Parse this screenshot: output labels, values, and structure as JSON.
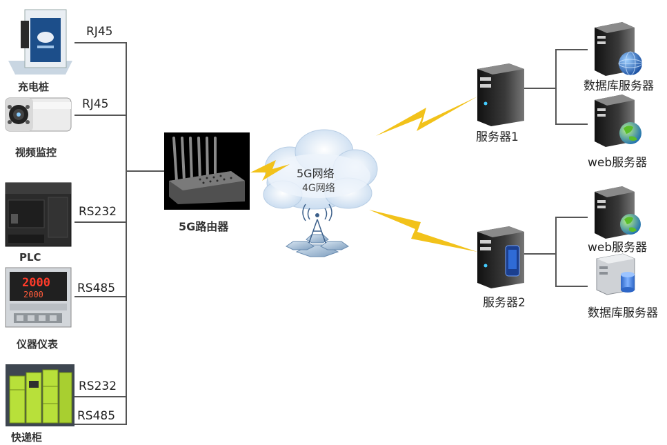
{
  "devices": [
    {
      "label": "充电桩",
      "port": "RJ45"
    },
    {
      "label": "视频监控",
      "port": "RJ45"
    },
    {
      "label": "PLC",
      "port": "RS232"
    },
    {
      "label": "仪器仪表",
      "port": "RS485"
    },
    {
      "label": "快递柜",
      "ports": [
        "RS232",
        "RS485"
      ]
    }
  ],
  "router": {
    "label": "5G路由器"
  },
  "network": {
    "line1": "5G网络",
    "line2": "4G网络"
  },
  "servers": [
    {
      "label": "服务器1",
      "children": [
        "数据库服务器",
        "web服务器"
      ]
    },
    {
      "label": "服务器2",
      "children": [
        "web服务器",
        "数据库服务器"
      ]
    }
  ],
  "colors": {
    "lightning": "#f2c21a",
    "line": "#555555",
    "cloud": "#cfe0f2",
    "lcd": "#ff3b2a",
    "cabinet": "#b8e03a"
  }
}
